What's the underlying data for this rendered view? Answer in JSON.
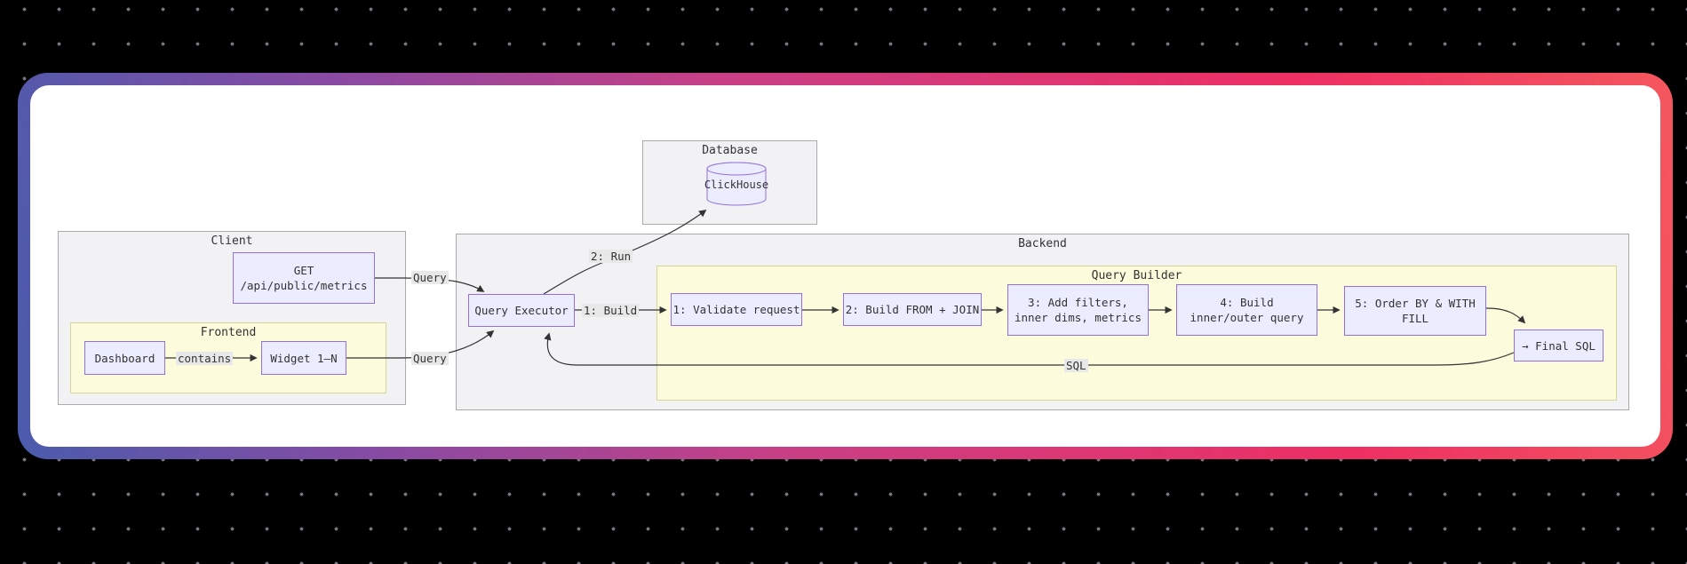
{
  "diagram": {
    "clusters": {
      "database": {
        "label": "Database"
      },
      "client": {
        "label": "Client"
      },
      "frontend": {
        "label": "Frontend"
      },
      "backend": {
        "label": "Backend"
      },
      "query_builder": {
        "label": "Query Builder"
      }
    },
    "nodes": {
      "clickhouse": {
        "label": "ClickHouse"
      },
      "get_endpoint": {
        "line1": "GET",
        "line2": "/api/public/metrics"
      },
      "dashboard": {
        "label": "Dashboard"
      },
      "widget": {
        "label": "Widget 1–N"
      },
      "query_executor": {
        "label": "Query Executor"
      },
      "step1": {
        "label": "1: Validate request"
      },
      "step2": {
        "label": "2: Build FROM + JOIN"
      },
      "step3": {
        "line1": "3: Add filters,",
        "line2": "inner dims, metrics"
      },
      "step4": {
        "line1": "4: Build",
        "line2": "inner/outer query"
      },
      "step5": {
        "line1": "5: Order BY & WITH",
        "line2": "FILL"
      },
      "final_sql": {
        "label": "→ Final SQL"
      }
    },
    "edge_labels": {
      "contains": "contains",
      "query_from_get": "Query",
      "query_from_widget": "Query",
      "build": "1: Build",
      "run": "2: Run",
      "sql": "SQL"
    },
    "colors": {
      "background": "#000000",
      "dot": "#75757e",
      "card_bg": "#ffffff",
      "node_fill": "#ECECFF",
      "node_border": "#9370DB",
      "cluster_fill": "#f2f2f5",
      "cluster_border": "#aaaaaa",
      "inner_cluster_fill": "#fcfbdc",
      "inner_cluster_border": "#d6d69a",
      "edge": "#333333",
      "edge_label_bg": "#e8e8e8",
      "text": "#333333",
      "gradient_bottom_left": "#4b5cad",
      "gradient_top_left": "#8a4aa3",
      "gradient_top_right": "#ee2f63",
      "gradient_bottom_right": "#f4575e"
    }
  }
}
